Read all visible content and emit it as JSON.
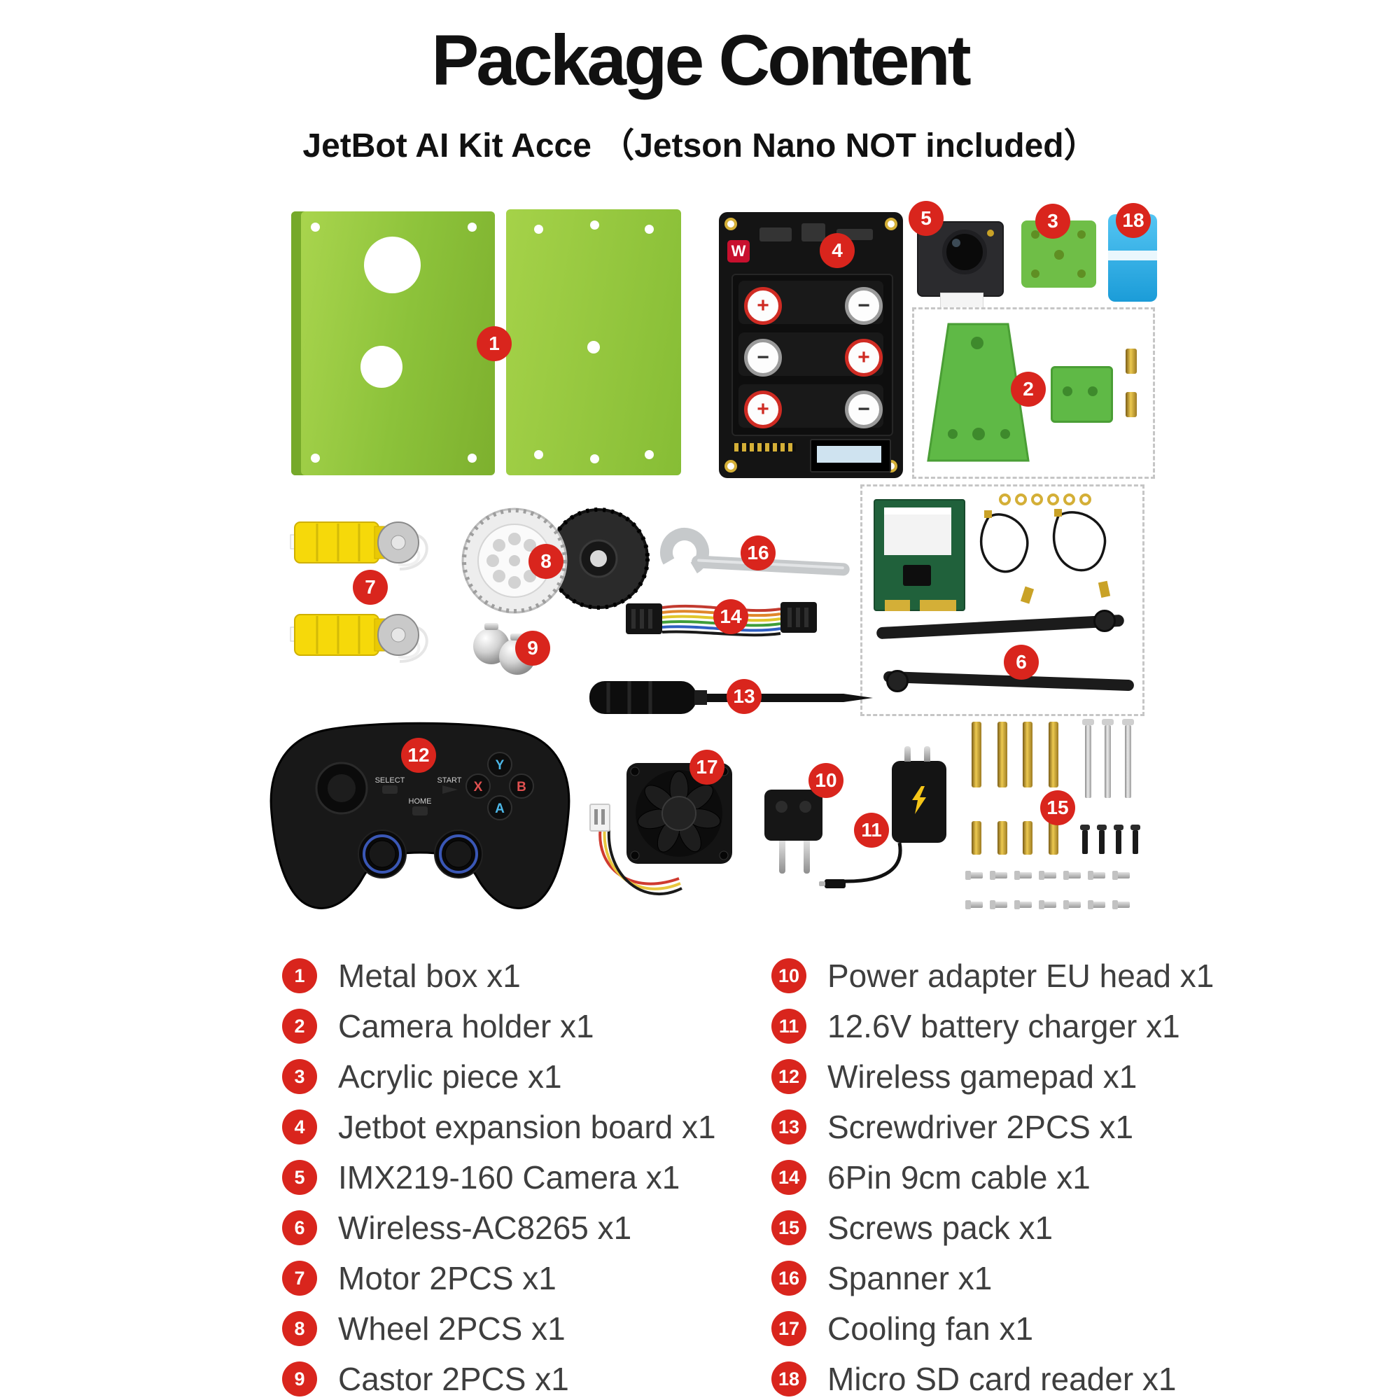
{
  "title": "Package Content",
  "subtitle": "JetBot AI Kit Acce （Jetson Nano NOT included）",
  "legend": {
    "left": [
      {
        "num": "1",
        "label": "Metal box x1"
      },
      {
        "num": "2",
        "label": "Camera holder x1"
      },
      {
        "num": "3",
        "label": "Acrylic piece x1"
      },
      {
        "num": "4",
        "label": "Jetbot expansion board x1"
      },
      {
        "num": "5",
        "label": "IMX219-160 Camera x1"
      },
      {
        "num": "6",
        "label": "Wireless-AC8265 x1"
      },
      {
        "num": "7",
        "label": "Motor 2PCS x1"
      },
      {
        "num": "8",
        "label": "Wheel 2PCS x1"
      },
      {
        "num": "9",
        "label": "Castor 2PCS x1"
      }
    ],
    "right": [
      {
        "num": "10",
        "label": "Power adapter EU head x1"
      },
      {
        "num": "11",
        "label": "12.6V battery charger x1"
      },
      {
        "num": "12",
        "label": "Wireless gamepad x1"
      },
      {
        "num": "13",
        "label": "Screwdriver 2PCS x1"
      },
      {
        "num": "14",
        "label": "6Pin 9cm cable x1"
      },
      {
        "num": "15",
        "label": "Screws pack x1"
      },
      {
        "num": "16",
        "label": "Spanner x1"
      },
      {
        "num": "17",
        "label": "Cooling fan x1"
      },
      {
        "num": "18",
        "label": "Micro SD card reader x1"
      }
    ]
  },
  "board": {
    "logo": "W",
    "plus": "+",
    "minus": "−"
  },
  "gamepad": {
    "select": "SELECT",
    "start": "START",
    "home": "HOME",
    "btn_y": "Y",
    "btn_x": "X",
    "btn_b": "B",
    "btn_a": "A"
  },
  "colors": {
    "badge_red": "#d9251d",
    "plate_green": "#8cc23a",
    "acrylic_green": "#6fbe47",
    "sd_blue": "#29abe2"
  }
}
